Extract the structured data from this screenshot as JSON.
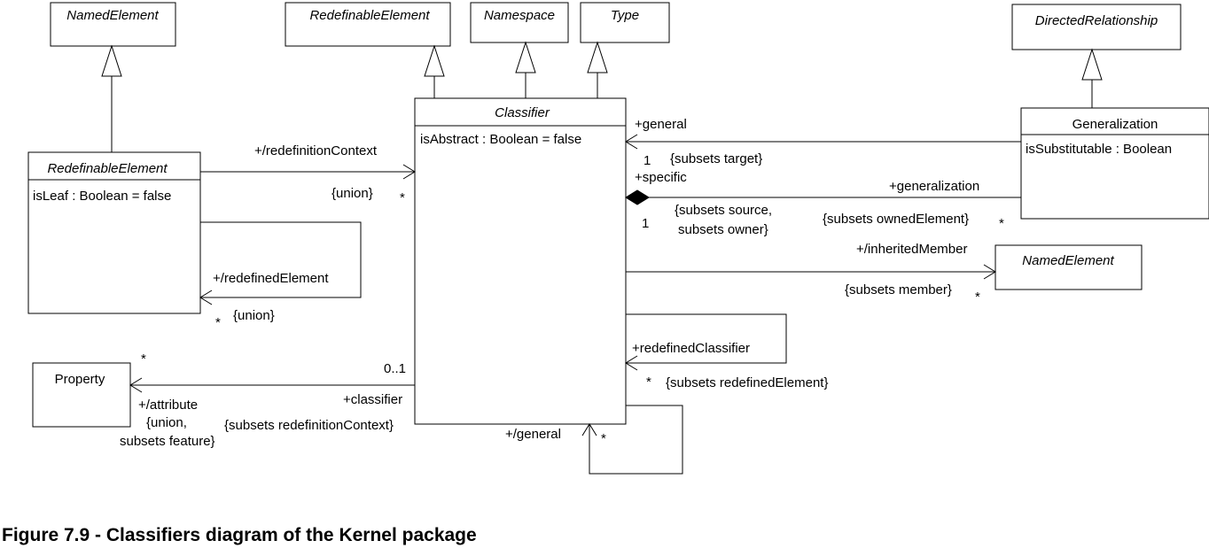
{
  "classes": {
    "named_element_top": "NamedElement",
    "redefinable_element_top": "RedefinableElement",
    "namespace_top": "Namespace",
    "type_top": "Type",
    "directed_relationship": "DirectedRelationship",
    "classifier": {
      "name": "Classifier",
      "attr": "isAbstract : Boolean = false"
    },
    "redefinable_element": {
      "name": "RedefinableElement",
      "attr": "isLeaf : Boolean = false"
    },
    "generalization": {
      "name": "Generalization",
      "attr": "isSubstitutable : Boolean"
    },
    "named_element_right": "NamedElement",
    "property": "Property"
  },
  "labels": {
    "redefinition_context": "+/redefinitionContext",
    "union_1": "{union}",
    "star_1": "*",
    "redefined_element": "+/redefinedElement",
    "union_2": "{union}",
    "star_2": "*",
    "general_role": "+general",
    "general_mult": "1",
    "subsets_target": "{subsets target}",
    "specific_role": "+specific",
    "specific_mult": "1",
    "subsets_source": "{subsets source,",
    "subsets_owner": "subsets owner}",
    "generalization_role": "+generalization",
    "subsets_owned_element": "{subsets ownedElement}",
    "star_3": "*",
    "inherited_member": "+/inheritedMember",
    "subsets_member": "{subsets member}",
    "star_4": "*",
    "redefined_classifier": "+redefinedClassifier",
    "star_5": "*",
    "subsets_redefined_element": "{subsets redefinedElement}",
    "star_6": "*",
    "zero_one": "0..1",
    "classifier_role": "+classifier",
    "subsets_redefinition_context": "{subsets redefinitionContext}",
    "attribute_role": "+/attribute",
    "attribute_union": "{union,",
    "subsets_feature": "subsets feature}",
    "general_derived": "+/general",
    "star_7": "*"
  },
  "caption": "Figure 7.9 - Classifiers diagram of the Kernel package"
}
